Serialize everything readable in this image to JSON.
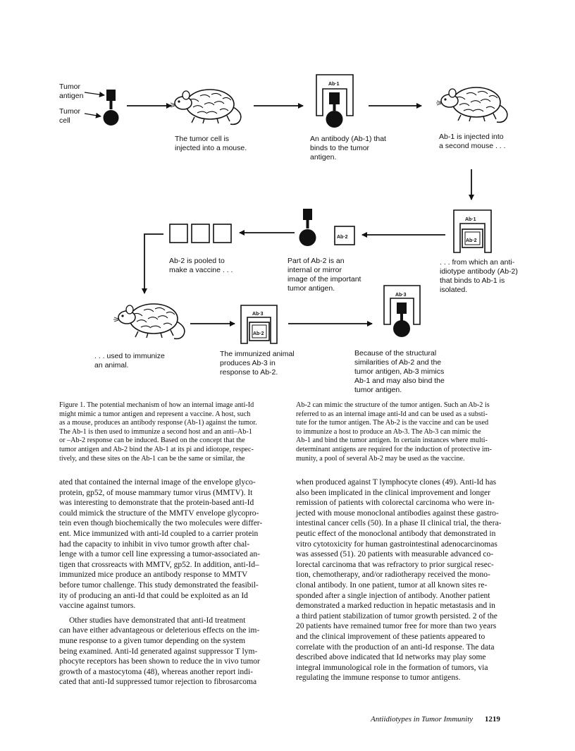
{
  "figure": {
    "labels": {
      "tumor_antigen": [
        "Tumor",
        "antigen"
      ],
      "tumor_cell": [
        "Tumor",
        "cell"
      ],
      "step1": [
        "The tumor cell is",
        "injected into a mouse."
      ],
      "step2": [
        "An antibody (Ab-1) that",
        "binds to the tumor",
        "antigen."
      ],
      "step3": [
        "Ab-1 is injected into",
        "a second mouse . . ."
      ],
      "step4": [
        ". . . from which an anti-",
        "idiotype antibody (Ab-2)",
        "that binds to Ab-1 is",
        "isolated."
      ],
      "step5": [
        "Part of Ab-2 is an",
        "internal or mirror",
        "image of the important",
        "tumor antigen."
      ],
      "step6": [
        "Ab-2 is pooled to",
        "make a vaccine . . ."
      ],
      "step7": [
        ". . . used to immunize",
        "an animal."
      ],
      "step8": [
        "The immunized animal",
        "produces Ab-3 in",
        "response to Ab-2."
      ],
      "step9": [
        "Because of the structural",
        "similarities of Ab-2 and the",
        "tumor antigen, Ab-3 mimics",
        "Ab-1 and may also bind the",
        "tumor antigen."
      ]
    },
    "antibody_tags": {
      "ab1": "Ab·1",
      "ab2": "Ab·2",
      "ab3": "Ab·3"
    }
  },
  "caption": {
    "left_lines": [
      "Figure 1. The potential mechanism of how an internal image anti-Id",
      "might mimic a tumor antigen and represent a vaccine. A host, such",
      "as a mouse, produces an antibody response (Ab-1) against the tumor.",
      "The Ab-1 is then used to immunize a second host and an anti–Ab-1",
      "or –Ab-2 response can be induced. Based on the concept that the",
      "tumor antigen and Ab-2 bind the Ab-1 at its pi and idiotope, respec-",
      "tively, and these sites on the Ab-1 can be the same or similar, the"
    ],
    "right_lines": [
      "Ab-2 can mimic the structure of the tumor antigen. Such an Ab-2 is",
      "referred to as an internal image anti-Id and can be used as a substi-",
      "tute for the tumor antigen. The Ab-2 is the vaccine and can be used",
      "to immunize a host to produce an Ab-3. The Ab-3 can mimic the",
      "Ab-1 and bind the tumor antigen. In certain instances where multi-",
      "determinant antigens are required for the induction of protective im-",
      "munity, a pool of several Ab-2 may be used as the vaccine."
    ]
  },
  "body": {
    "left_para1": [
      "ated that contained the internal image of the envelope glyco-",
      "protein, gp52, of mouse mammary tumor virus (MMTV). It",
      "was interesting to demonstrate that the protein-based anti-Id",
      "could mimick the structure of the MMTV envelope glycopro-",
      "tein even though biochemically the two molecules were differ-",
      "ent. Mice immunized with anti-Id coupled to a carrier protein",
      "had the capacity to inhibit in vivo tumor growth after chal-",
      "lenge with a tumor cell line expressing a tumor-associated an-",
      "tigen that crossreacts with MMTV, gp52. In addition, anti-Id–",
      "immunized mice produce an antibody response to MMTV",
      "before tumor challenge. This study demonstrated the feasibil-",
      "ity of producing an anti-Id that could be exploited as an Id",
      "vaccine against tumors."
    ],
    "left_para2": [
      "Other studies have demonstrated that anti-Id treatment",
      "can have either advantageous or deleterious effects on the im-",
      "mune response to a given tumor depending on the system",
      "being examined. Anti-Id generated against suppressor T lym-",
      "phocyte receptors has been shown to reduce the in vivo tumor",
      "growth of a mastocytoma (48), whereas another report indi-",
      "cated that anti-Id suppressed tumor rejection to fibrosarcoma"
    ],
    "right_para": [
      "when produced against T lymphocyte clones (49). Anti-Id has",
      "also been implicated in the clinical improvement and longer",
      "remission of patients with colorectal carcinoma who were in-",
      "jected with mouse monoclonal antibodies against these gastro-",
      "intestinal cancer cells (50). In a phase II clinical trial, the thera-",
      "peutic effect of the monoclonal antibody that demonstrated in",
      "vitro cytotoxicity for human gastrointestinal adenocarcinomas",
      "was assessed (51). 20 patients with measurable advanced co-",
      "lorectal carcinoma that was refractory to prior surgical resec-",
      "tion, chemotherapy, and/or radiotherapy received the mono-",
      "clonal antibody. In one patient, tumor at all known sites re-",
      "sponded after a single injection of antibody. Another patient",
      "demonstrated a marked reduction in hepatic metastasis and in",
      "a third patient stabilization of tumor growth persisted. 2 of the",
      "20 patients have remained tumor free for more than two years",
      "and the clinical improvement of these patients appeared to",
      "correlate with the production of an anti-Id response. The data",
      "described above indicated that Id networks may play some",
      "integral immunological role in the formation of tumors, via",
      "regulating the immune response to tumor antigens."
    ]
  },
  "footer": {
    "running_head": "Antiidiotypes in Tumor Immunity",
    "page_number": "1219"
  }
}
